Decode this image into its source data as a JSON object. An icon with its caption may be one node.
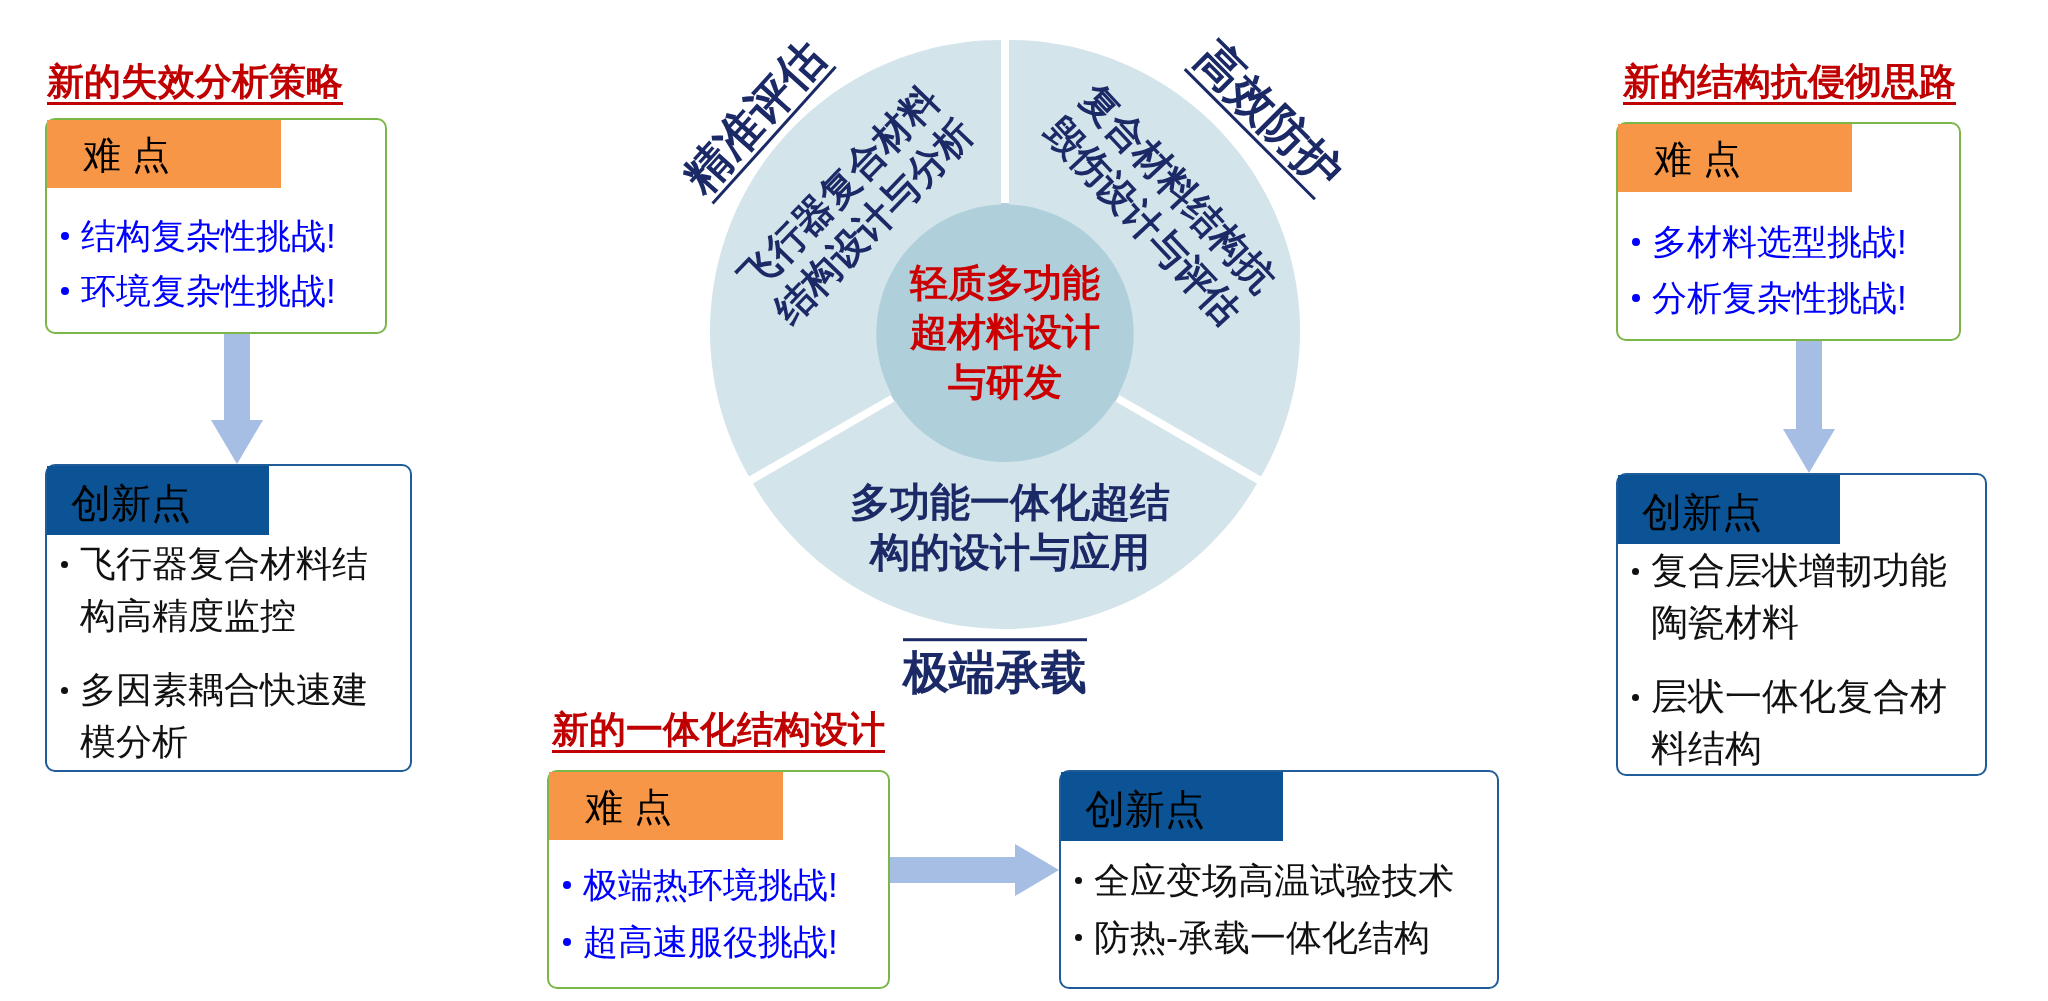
{
  "diagram": {
    "nodes": [
      {
        "text": [
          "难 点",
          "结构复杂性挑战!",
          "环境复杂性挑战!"
        ]
      },
      {
        "text": [
          "创新点",
          "飞行器复合材料结构高精度监控",
          "多因素耦合快速建模分析"
        ]
      },
      {
        "text": [
          "难 点",
          "多材料选型挑战!",
          "分析复杂性挑战!"
        ]
      },
      {
        "text": [
          "创新点",
          "复合层状增韧功能陶瓷材料",
          "层状一体化复合材料结构"
        ]
      },
      {
        "text": [
          "难 点",
          "极端热环境挑战!",
          "超高速服役挑战!"
        ]
      },
      {
        "text": [
          "创新点",
          "全应变场高温试验技术",
          "防热-承载一体化结构"
        ]
      },
      {
        "text": [
          "轻质多功能超材料设计与研发"
        ]
      },
      {
        "text": [
          "飞行器复合材料结构设计与分析"
        ]
      },
      {
        "text": [
          "复合材料结构抗毁伤设计与评估"
        ]
      },
      {
        "text": [
          "多功能一体化超结构的设计与应用"
        ]
      }
    ],
    "edges": [
      {
        "from": 0,
        "to": 1,
        "arrow": "to"
      },
      {
        "from": 2,
        "to": 3,
        "arrow": "to"
      },
      {
        "from": 4,
        "to": 5,
        "arrow": "to"
      }
    ],
    "labels": [
      "新的失效分析策略",
      "精准评估",
      "高效防护",
      "新的结构抗侵彻思路",
      "极端承载",
      "新的一体化结构设计"
    ]
  }
}
